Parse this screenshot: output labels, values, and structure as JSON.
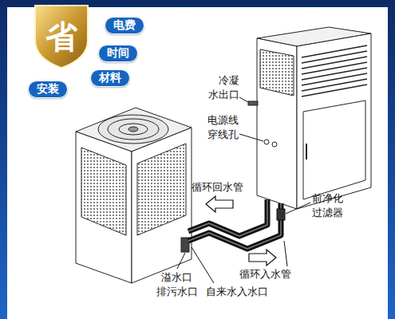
{
  "diagram": {
    "nodes": [
      {
        "text": [
          "省"
        ]
      },
      {
        "text": [
          "电费"
        ]
      },
      {
        "text": [
          "时间"
        ]
      },
      {
        "text": [
          "材料"
        ]
      },
      {
        "text": [
          "安装"
        ]
      }
    ],
    "labels": [
      "冷凝 水出口",
      "电源线 穿线孔",
      "循环回水管",
      "前净化 过滤器",
      "循环入水管",
      "溢水口 排污水口",
      "自来水入水口"
    ]
  }
}
